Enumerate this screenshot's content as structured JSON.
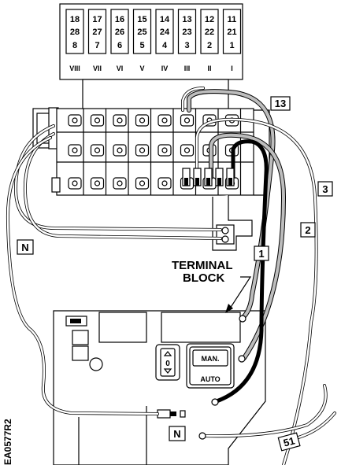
{
  "terminal_numbers": [
    {
      "col": "col-viii",
      "top": "18",
      "mid": "28",
      "bot": "8",
      "roman": "VIII"
    },
    {
      "col": "col-vii",
      "top": "17",
      "mid": "27",
      "bot": "7",
      "roman": "VII"
    },
    {
      "col": "col-vi",
      "top": "16",
      "mid": "26",
      "bot": "6",
      "roman": "VI"
    },
    {
      "col": "col-v",
      "top": "15",
      "mid": "25",
      "bot": "5",
      "roman": "V"
    },
    {
      "col": "col-iv",
      "top": "14",
      "mid": "24",
      "bot": "4",
      "roman": "IV"
    },
    {
      "col": "col-iii",
      "top": "13",
      "mid": "23",
      "bot": "3",
      "roman": "III"
    },
    {
      "col": "col-ii",
      "top": "12",
      "mid": "22",
      "bot": "2",
      "roman": "II"
    },
    {
      "col": "col-i",
      "top": "11",
      "mid": "21",
      "bot": "1",
      "roman": "I"
    }
  ],
  "callouts": {
    "wire_13": "13",
    "wire_3": "3",
    "wire_2": "2",
    "wire_1": "1",
    "wire_n_left": "N",
    "wire_n_bottom": "N",
    "wire_51": "51"
  },
  "labels": {
    "terminal_line1": "TERMINAL",
    "terminal_line2": "BLOCK",
    "switch_zero": "0",
    "switch_man": "MAN.",
    "switch_auto": "AUTO",
    "figure_code": "EA0577R2"
  }
}
